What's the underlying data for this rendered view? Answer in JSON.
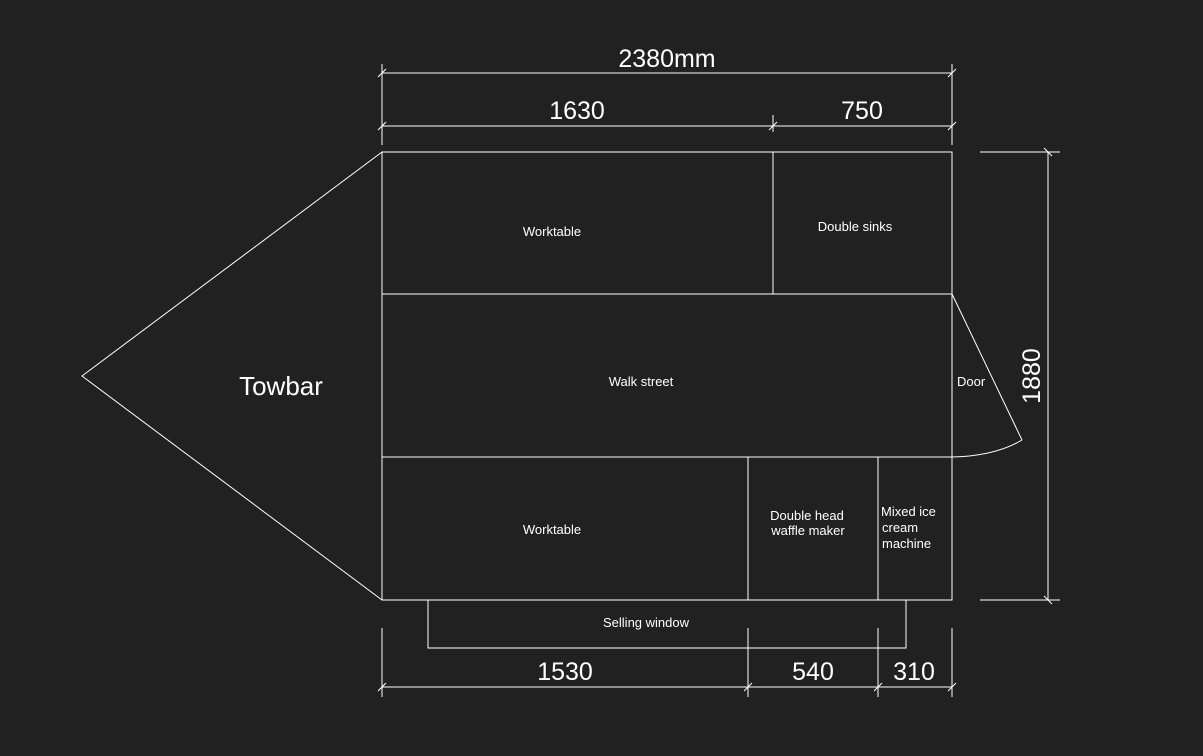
{
  "dimensions": {
    "total_width": "2380mm",
    "top_left": "1630",
    "top_right": "750",
    "height": "1880",
    "bottom_left": "1530",
    "bottom_mid": "540",
    "bottom_right": "310"
  },
  "labels": {
    "towbar": "Towbar",
    "worktable_top": "Worktable",
    "double_sinks": "Double sinks",
    "walk_street": "Walk street",
    "door": "Door",
    "worktable_bottom": "Worktable",
    "waffle_line1": "Double head",
    "waffle_line2": "waffle maker",
    "ice_line1": "Mixed ice",
    "ice_line2": "cream",
    "ice_line3": "machine",
    "selling_window": "Selling window"
  },
  "colors": {
    "background": "#212121",
    "line": "#ffffff"
  }
}
